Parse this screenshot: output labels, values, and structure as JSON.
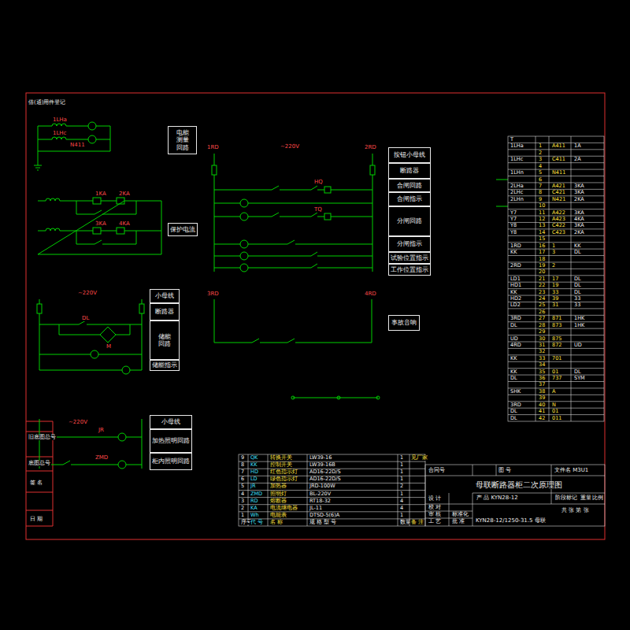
{
  "diagram": {
    "title": "母联断路器柜二次原理图",
    "nodes": [
      {
        "text": [
          "电能测量回路"
        ]
      },
      {
        "text": [
          "保护电流"
        ]
      },
      {
        "text": [
          "按钮小母线"
        ]
      },
      {
        "text": [
          "断路器"
        ]
      },
      {
        "text": [
          "合闸回路"
        ]
      },
      {
        "text": [
          "合闸指示"
        ]
      },
      {
        "text": [
          "分闸回路"
        ]
      },
      {
        "text": [
          "分闸指示"
        ]
      },
      {
        "text": [
          "试验位置指示"
        ]
      },
      {
        "text": [
          "工作位置指示"
        ]
      },
      {
        "text": [
          "事故音响"
        ]
      },
      {
        "text": [
          "小母线"
        ]
      },
      {
        "text": [
          "断路器"
        ]
      },
      {
        "text": [
          "储能回路"
        ]
      },
      {
        "text": [
          "储能指示"
        ]
      },
      {
        "text": [
          "小母线"
        ]
      },
      {
        "text": [
          "加热照明回路"
        ]
      },
      {
        "text": [
          "柜内照明回路"
        ]
      }
    ],
    "labels": [
      "~220V",
      "~220V",
      "~220V",
      "1LHa",
      "1LHc",
      "N411",
      "1KA",
      "2KA",
      "3KA",
      "4KA",
      "1RD",
      "2RD",
      "HQ",
      "TQ",
      "3RD",
      "4RD",
      "DL",
      "M",
      "JR",
      "ZMD",
      "T",
      "1LHa",
      "1",
      "A411",
      "1A",
      "2",
      "1LHc",
      "3",
      "C411",
      "2A",
      "4",
      "1LHn",
      "5",
      "N411",
      "6",
      "2LHa",
      "7",
      "A421",
      "3KA",
      "2LHc",
      "8",
      "C421",
      "3KA",
      "2LHn",
      "9",
      "N421",
      "2KA",
      "10",
      "Y7",
      "11",
      "A422",
      "3KA",
      "Y7",
      "12",
      "A423",
      "4KA",
      "Y8",
      "13",
      "C422",
      "3KA",
      "Y8",
      "14",
      "C423",
      "2KA",
      "15",
      "1RD",
      "16",
      "1",
      "KK",
      "KK",
      "17",
      "3",
      "DL",
      "18",
      "2RD",
      "19",
      "2",
      "20",
      "LD1",
      "21",
      "17",
      "DL",
      "HD1",
      "22",
      "19",
      "DL",
      "KK",
      "23",
      "33",
      "DL",
      "HD2",
      "24",
      "39",
      "33",
      "LD2",
      "25",
      "31",
      "33",
      "26",
      "3RD",
      "27",
      "871",
      "1HK",
      "DL",
      "28",
      "873",
      "1HK",
      "29",
      "UD",
      "30",
      "875",
      "4RD",
      "31",
      "872",
      "UD",
      "32",
      "KK",
      "33",
      "701",
      "34",
      "KK",
      "35",
      "01",
      "DL",
      "DL",
      "36",
      "737",
      "SYM",
      "37",
      "SHK",
      "38",
      "A",
      "39",
      "3RD",
      "40",
      "N",
      "DL",
      "41",
      "01",
      "DL",
      "42",
      "011",
      "9",
      "QK",
      "转换开关",
      "LW39-16",
      "1",
      "见厂家",
      "8",
      "KK",
      "控制开关",
      "LW39-16B",
      "1",
      "7",
      "HD",
      "红色指示灯",
      "AD16-22D/S",
      "1",
      "6",
      "LD",
      "绿色指示灯",
      "AD16-22D/S",
      "1",
      "5",
      "JR",
      "加热器",
      "JRD-100W",
      "2",
      "4",
      "ZMD",
      "照明灯",
      "BL-220V",
      "1",
      "3",
      "RD",
      "熔断器",
      "RT18-32",
      "4",
      "2",
      "KA",
      "电流继电器",
      "JL-11",
      "4",
      "1",
      "Wh",
      "电能表",
      "DTSD-5(6)A",
      "1",
      "序号",
      "代 号",
      "名 称",
      "规 格 型 号",
      "数量",
      "备 注",
      "合同号",
      "图 号",
      "文件名 M3U1",
      "产 品 KYN28-12",
      "阶段标记",
      "重量",
      "比例",
      "共 张 第 张",
      "设 计",
      "校 对",
      "审 核",
      "工 艺",
      "标准化",
      "批 准",
      "KYN28-12/1250-31.5 母联",
      "借(通)用件登记",
      "旧底图总号",
      "底图总号",
      "签 名",
      "日 期"
    ]
  }
}
